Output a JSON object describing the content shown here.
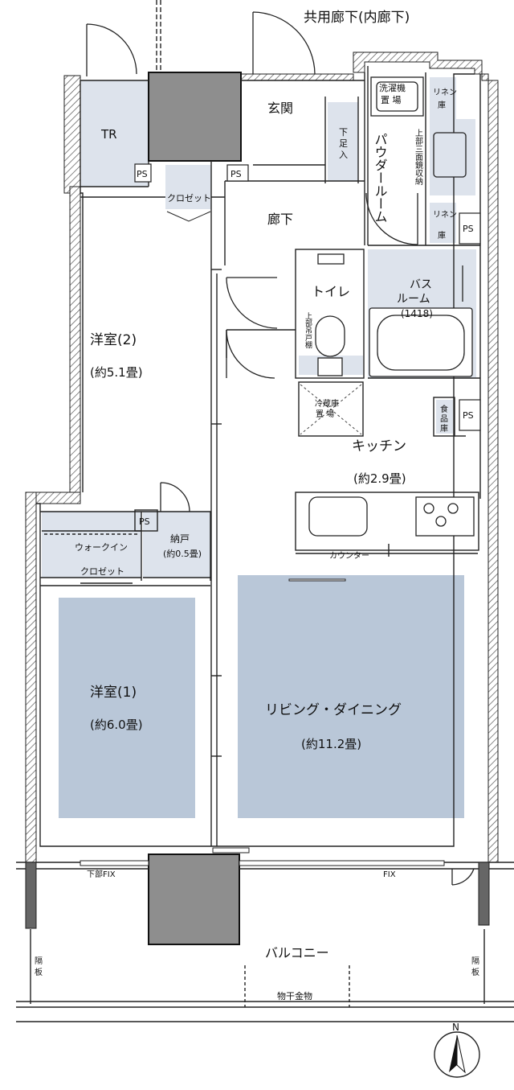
{
  "corridor_label": "共用廊下(内廊下)",
  "rooms": {
    "tr": "TR",
    "genkan": "玄関",
    "sentakuki": [
      "洗濯機",
      "置 場"
    ],
    "linen1": [
      "リネン",
      "庫"
    ],
    "linen2": [
      "リネン",
      "庫"
    ],
    "shimo_ashiire": [
      "下",
      "足",
      "入"
    ],
    "powder": "パウダールーム",
    "upper_storage": "上部三面鏡収納",
    "closet_small": "クロゼット",
    "roka": "廊下",
    "toilet": "トイレ",
    "toilet_shelf": "上部吊戸棚",
    "bath": [
      "バス",
      "ルーム",
      "(1418)"
    ],
    "fridge": [
      "冷蔵庫",
      "置 場"
    ],
    "pantry": [
      "食",
      "品",
      "庫"
    ],
    "kitchen": [
      "キッチン",
      "(約2.9畳)"
    ],
    "counter": "カウンター",
    "yoshitsu2": [
      "洋室(2)",
      "(約5.1畳)"
    ],
    "walkin": [
      "ウォークイン",
      "クロゼット"
    ],
    "nando": [
      "納戸",
      "(約0.5畳)"
    ],
    "yoshitsu1": [
      "洋室(1)",
      "(約6.0畳)"
    ],
    "living": [
      "リビング・ダイニング",
      "(約11.2畳)"
    ]
  },
  "ps_labels": [
    "PS",
    "PS",
    "PS",
    "PS",
    "PS"
  ],
  "window_labels": {
    "left": "下部FIX",
    "right": "FIX"
  },
  "balcony": "バルコニー",
  "hoshi_kanamono": "物干金物",
  "partition": [
    "隔",
    "板"
  ],
  "north": "N",
  "colors": {
    "room_fill": "#dde3ec",
    "floor_fill": "#b9c7d8",
    "column": "#8e8e8e",
    "wall": "#222222"
  }
}
